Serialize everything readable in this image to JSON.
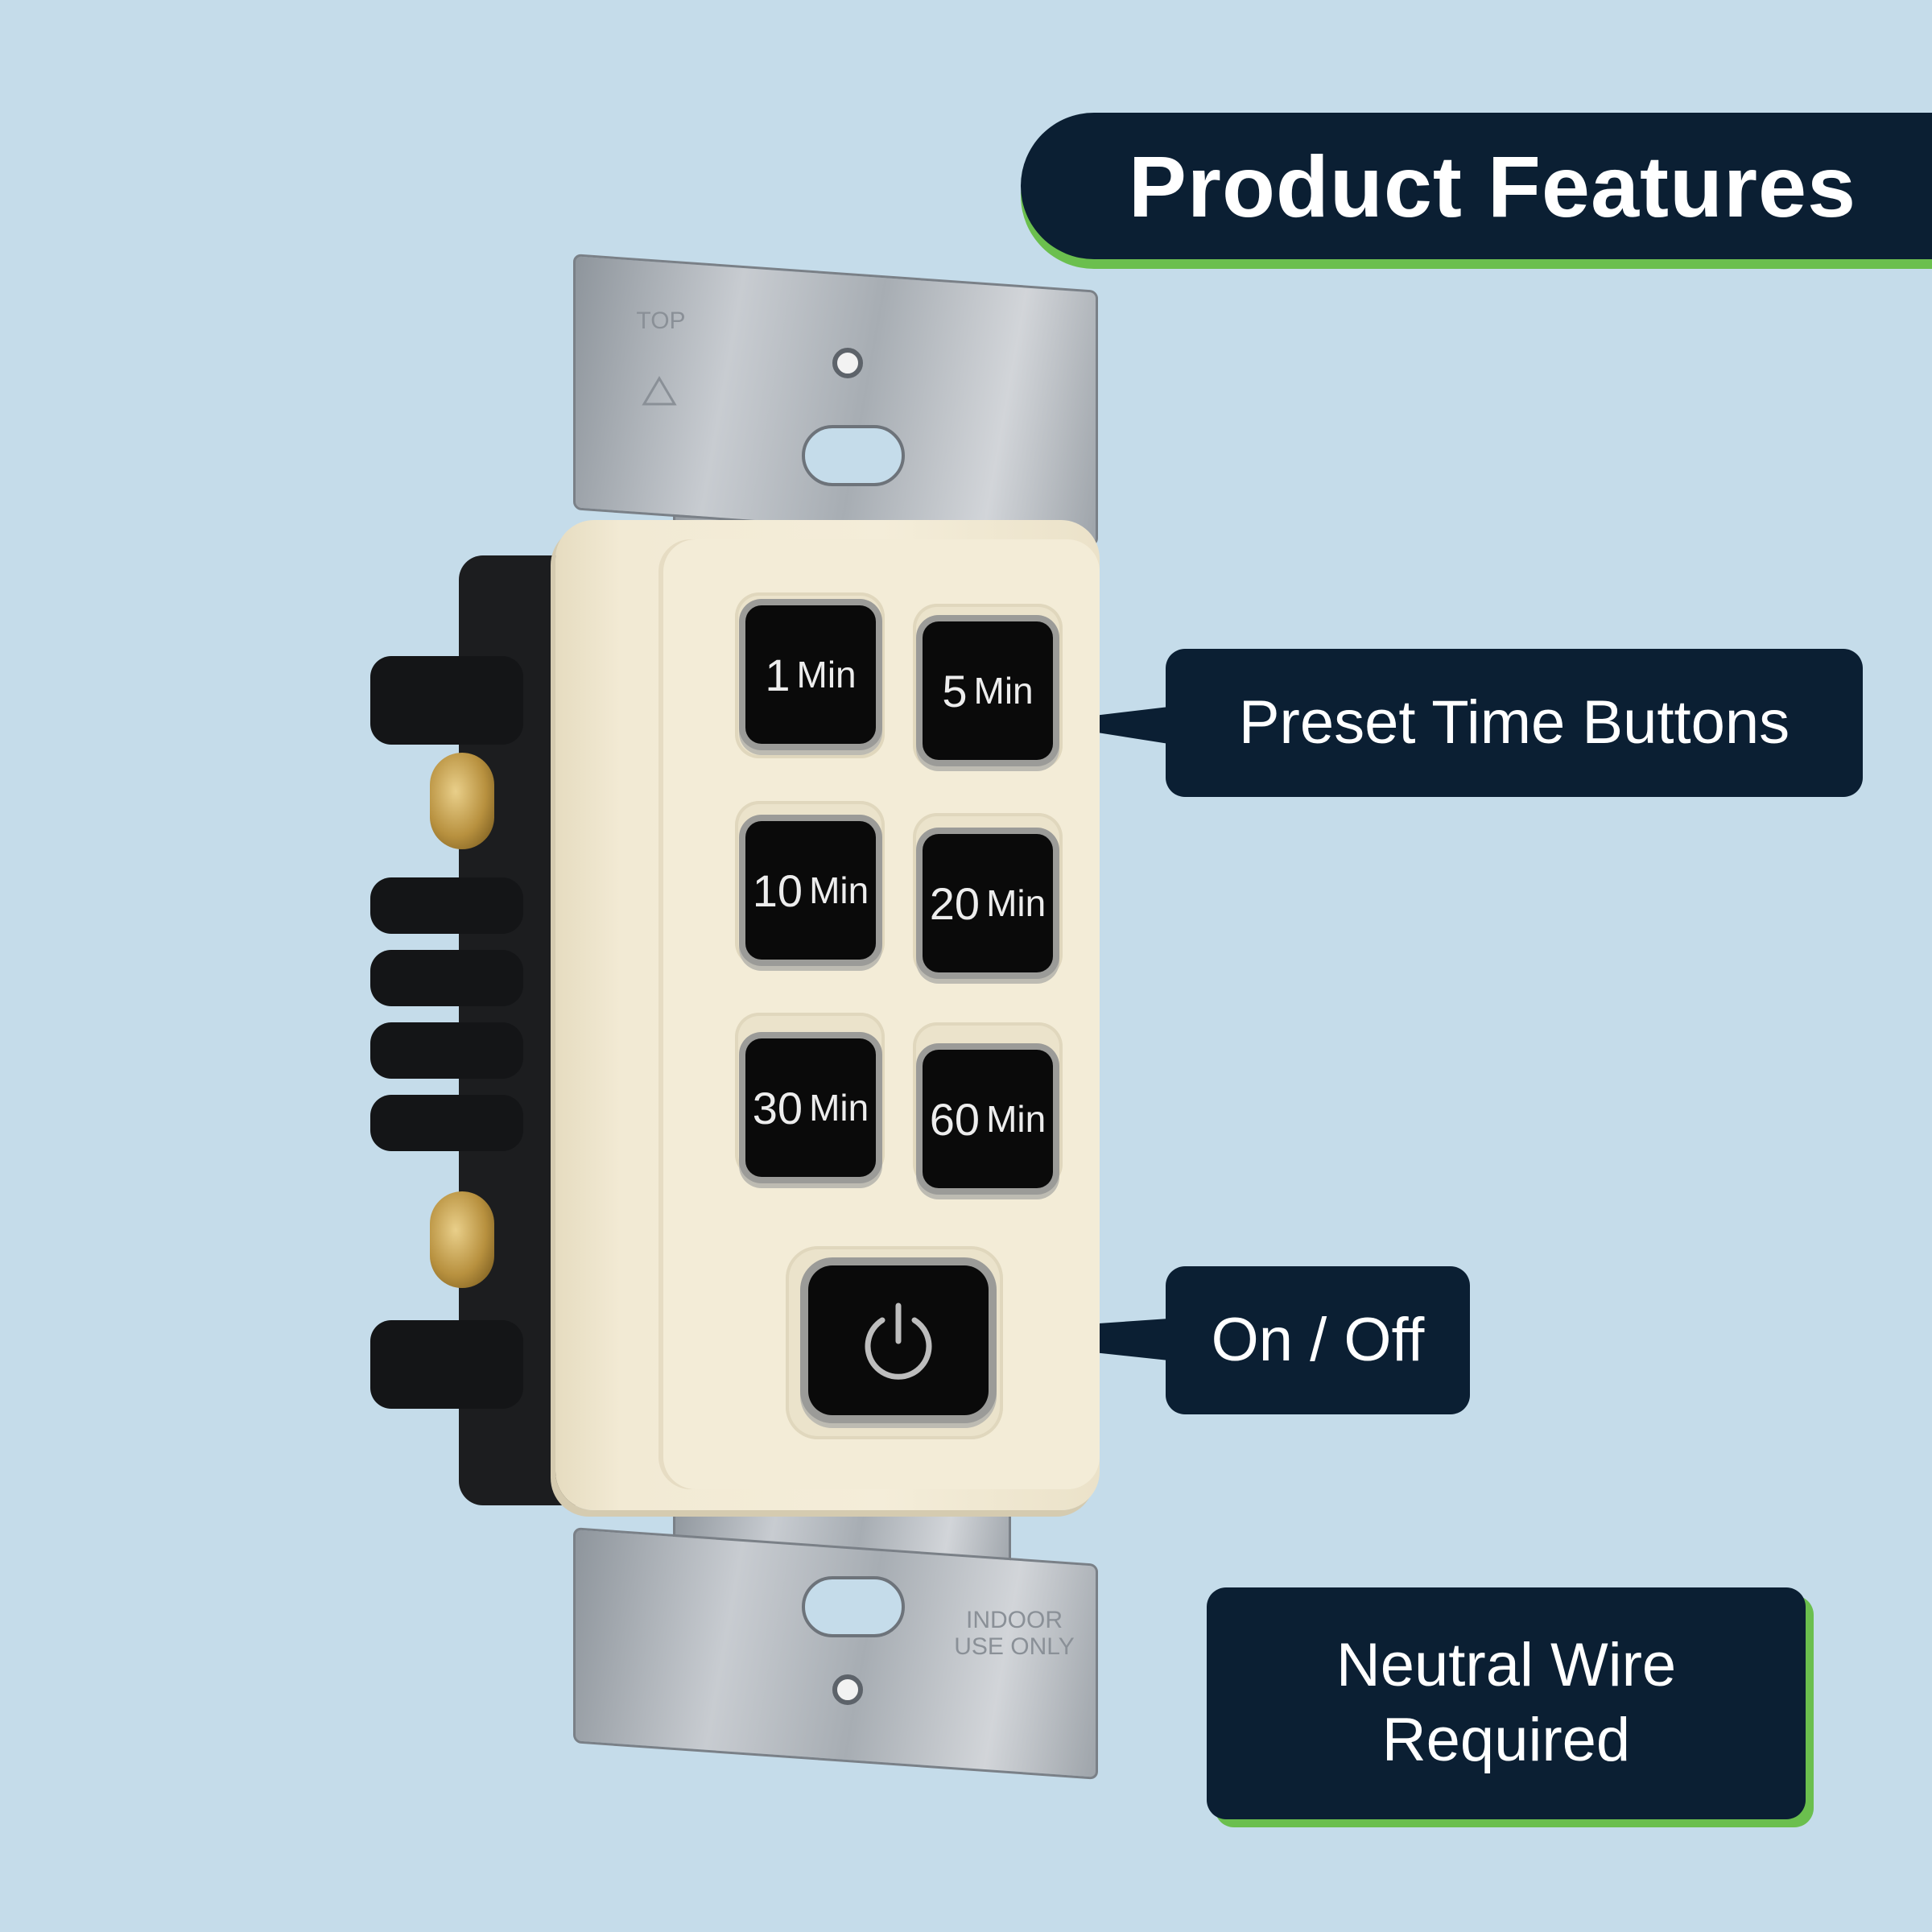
{
  "title": "Product Features",
  "callouts": {
    "preset": "Preset Time Buttons",
    "onoff": "On / Off",
    "neutral_line1": "Neutral Wire",
    "neutral_line2": "Required"
  },
  "plate": {
    "top_label": "TOP",
    "bottom_line1": "INDOOR",
    "bottom_line2": "USE ONLY"
  },
  "buttons": [
    {
      "num": "1",
      "unit": "Min"
    },
    {
      "num": "5",
      "unit": "Min"
    },
    {
      "num": "10",
      "unit": "Min"
    },
    {
      "num": "20",
      "unit": "Min"
    },
    {
      "num": "30",
      "unit": "Min"
    },
    {
      "num": "60",
      "unit": "Min"
    }
  ],
  "icons": {
    "power": "power-icon",
    "top_arrow": "triangle-up-icon"
  },
  "colors": {
    "background": "#c5dcea",
    "navy": "#0b1f33",
    "accent_green": "#6bbf4e",
    "device_ivory": "#f3ecd7"
  }
}
